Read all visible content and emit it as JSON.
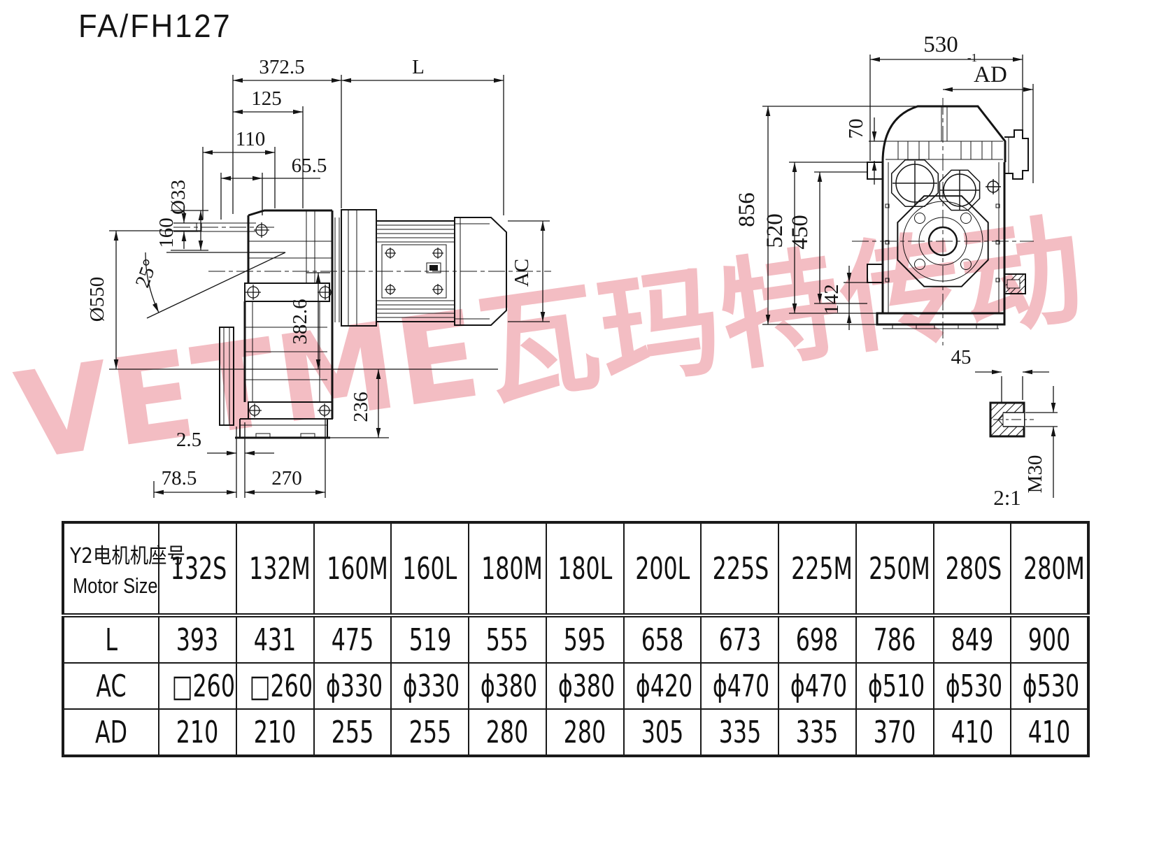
{
  "title": "FA/FH127",
  "watermark": "VETME瓦玛特传动",
  "left_view": {
    "dims": {
      "top_width": "372.5",
      "motor_length": "L",
      "d125": "125",
      "d110": "110",
      "d65_5": "65.5",
      "shaft_dia": "Ø33",
      "d160": "160",
      "angle": "25°",
      "swing_dia": "Ø550",
      "d382_6": "382.6",
      "d236": "236",
      "d2_5": "2.5",
      "d78_5": "78.5",
      "d270": "270",
      "motor_dia": "AC"
    }
  },
  "right_view": {
    "dims": {
      "width": "530",
      "width_tol": "-1",
      "ad": "AD",
      "d70": "70",
      "height": "856",
      "d520": "520",
      "d450": "450",
      "d142": "142",
      "d45": "45",
      "thread": "M30"
    },
    "detail_scale": "2:1"
  },
  "table": {
    "header_line1": "Y2电机机座号",
    "header_line2": "Motor Size",
    "columns": [
      "132S",
      "132M",
      "160M",
      "160L",
      "180M",
      "180L",
      "200L",
      "225S",
      "225M",
      "250M",
      "280S",
      "280M"
    ],
    "rows": [
      {
        "label": "L",
        "values": [
          "393",
          "431",
          "475",
          "519",
          "555",
          "595",
          "658",
          "673",
          "698",
          "786",
          "849",
          "900"
        ]
      },
      {
        "label": "AC",
        "values": [
          "□260",
          "□260",
          "ϕ330",
          "ϕ330",
          "ϕ380",
          "ϕ380",
          "ϕ420",
          "ϕ470",
          "ϕ470",
          "ϕ510",
          "ϕ530",
          "ϕ530"
        ]
      },
      {
        "label": "AD",
        "values": [
          "210",
          "210",
          "255",
          "255",
          "280",
          "280",
          "305",
          "335",
          "335",
          "370",
          "410",
          "410"
        ]
      }
    ]
  }
}
